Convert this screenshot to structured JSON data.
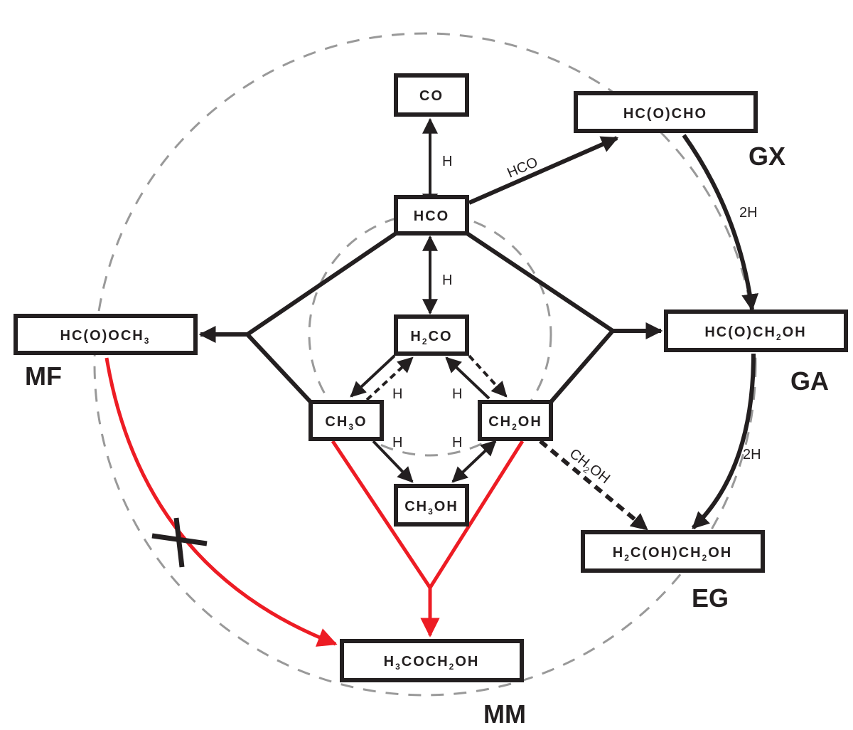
{
  "title": "Reaction network from CO hydrogenation to complex organic molecules",
  "colors": {
    "main": "#231f20",
    "red_path": "#ed1c24",
    "guide_circle": "#999999"
  },
  "nodes": {
    "co": {
      "parts": [
        [
          "CO",
          false
        ]
      ]
    },
    "hco": {
      "parts": [
        [
          "HCO",
          false
        ]
      ]
    },
    "h2co": {
      "parts": [
        [
          "H",
          false
        ],
        [
          "2",
          true
        ],
        [
          "CO",
          false
        ]
      ]
    },
    "ch3o": {
      "parts": [
        [
          "CH",
          false
        ],
        [
          "3",
          true
        ],
        [
          "O",
          false
        ]
      ]
    },
    "ch2oh": {
      "parts": [
        [
          "CH",
          false
        ],
        [
          "2",
          true
        ],
        [
          "OH",
          false
        ]
      ]
    },
    "ch3oh": {
      "parts": [
        [
          "CH",
          false
        ],
        [
          "3",
          true
        ],
        [
          "OH",
          false
        ]
      ]
    },
    "gx": {
      "parts": [
        [
          "HC(O)CHO",
          false
        ]
      ],
      "abbr": "GX"
    },
    "ga": {
      "parts": [
        [
          "HC(O)CH",
          false
        ],
        [
          "2",
          true
        ],
        [
          "OH",
          false
        ]
      ],
      "abbr": "GA"
    },
    "mf": {
      "parts": [
        [
          "HC(O)OCH",
          false
        ],
        [
          "3",
          true
        ]
      ],
      "abbr": "MF"
    },
    "eg": {
      "parts": [
        [
          "H",
          false
        ],
        [
          "2",
          true
        ],
        [
          "C(OH)CH",
          false
        ],
        [
          "2",
          true
        ],
        [
          "OH",
          false
        ]
      ],
      "abbr": "EG"
    },
    "mm": {
      "parts": [
        [
          "H",
          false
        ],
        [
          "3",
          true
        ],
        [
          "COCH",
          false
        ],
        [
          "2",
          true
        ],
        [
          "OH",
          false
        ]
      ],
      "abbr": "MM"
    }
  },
  "edge_labels": {
    "co_hco": "H",
    "hco_h2co": "H",
    "hco_gx": "HCO",
    "gx_ga": "2H",
    "ga_eg": "2H",
    "h2co_ch3o": "H",
    "h2co_ch2oh": "H",
    "ch3o_ch3oh": "H",
    "ch2oh_ch3oh": "H",
    "ch2oh_eg": [
      [
        "CH",
        false
      ],
      [
        "2",
        true
      ],
      [
        "OH",
        false
      ]
    ]
  },
  "blocked_path": {
    "from": "MF",
    "to": "MM",
    "marker": "X"
  }
}
